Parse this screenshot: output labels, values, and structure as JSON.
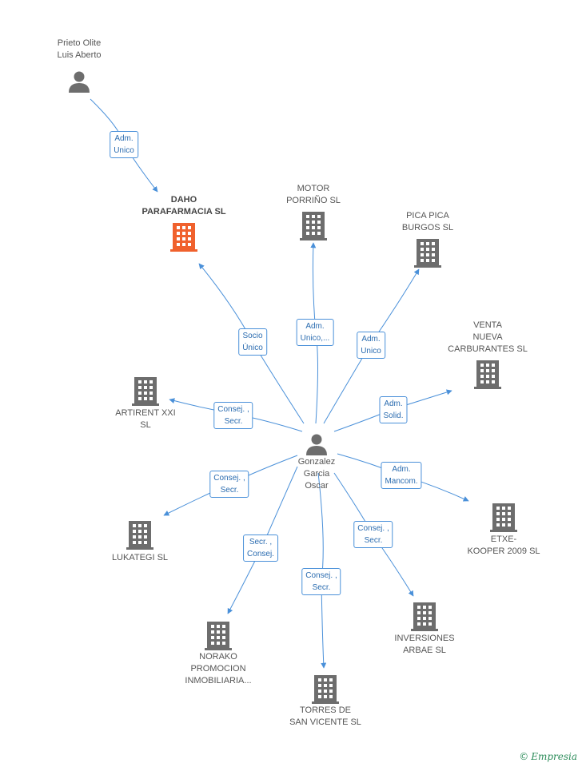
{
  "colors": {
    "edge": "#4a90d9",
    "icon": "#6d6d6d",
    "highlight": "#f0612d",
    "label": "#555555"
  },
  "nodes": {
    "prieto": {
      "label": "Prieto Olite\nLuis Aberto",
      "icon": "person-icon"
    },
    "daho": {
      "label": "DAHO\nPARAFARMACIA SL",
      "icon": "building-icon"
    },
    "motor": {
      "label": "MOTOR\nPORRIÑO SL",
      "icon": "building-icon"
    },
    "pica": {
      "label": "PICA PICA\nBURGOS  SL",
      "icon": "building-icon"
    },
    "venta": {
      "label": "VENTA\nNUEVA\nCARBURANTES SL",
      "icon": "building-icon"
    },
    "artirent": {
      "label": "ARTIRENT XXI\nSL",
      "icon": "building-icon"
    },
    "gonzalez": {
      "label": "Gonzalez\nGarcia\nOscar",
      "icon": "person-icon"
    },
    "lukategi": {
      "label": "LUKATEGI SL",
      "icon": "building-icon"
    },
    "etxe": {
      "label": "ETXE-\nKOOPER 2009 SL",
      "icon": "building-icon"
    },
    "norako": {
      "label": "NORAKO\nPROMOCION\nINMOBILIARIA...",
      "icon": "building-icon"
    },
    "torres": {
      "label": "TORRES DE\nSAN VICENTE SL",
      "icon": "building-icon"
    },
    "inversiones": {
      "label": "INVERSIONES\nARBAE SL",
      "icon": "building-icon"
    }
  },
  "roles": {
    "prieto_daho": "Adm.\nUnico",
    "g_daho": "Socio\nÚnico",
    "g_motor": "Adm.\nUnico,...",
    "g_pica": "Adm.\nUnico",
    "g_venta": "Adm.\nSolid.",
    "g_artirent": "Consej. ,\nSecr.",
    "g_lukategi": "Consej. ,\nSecr.",
    "g_etxe": "Adm.\nMancom.",
    "g_norako": "Secr. ,\nConsej.",
    "g_torres": "Consej. ,\nSecr.",
    "g_inversiones": "Consej. ,\nSecr."
  },
  "brand": {
    "copyright": "©",
    "name": "Empresia"
  }
}
